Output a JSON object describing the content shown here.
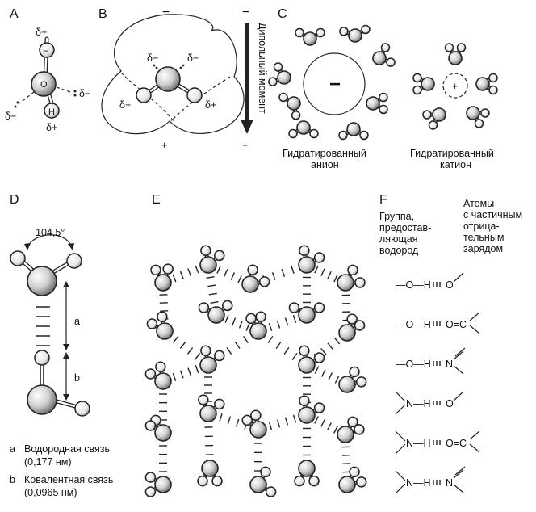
{
  "panels": {
    "A": {
      "label": "A",
      "atoms": {
        "O": "O",
        "H1": "H",
        "H2": "H"
      },
      "delta_plus_top": "δ+",
      "delta_minus_right": "δ−",
      "delta_minus_left": "δ−",
      "delta_plus_bottom": "δ+"
    },
    "B": {
      "label": "B",
      "minus_top": "−",
      "delta_minus_1": "δ−",
      "delta_minus_2": "δ−",
      "delta_plus_left": "δ+",
      "delta_plus_right": "δ+",
      "plus_bottom": "+",
      "arrow_label": "Дипольный момент",
      "arrow_minus": "−",
      "arrow_plus": "+"
    },
    "C": {
      "label": "C",
      "anion_charge": "−",
      "cation_charge": "+",
      "anion_caption": [
        "Гидратированный",
        "анион"
      ],
      "cation_caption": [
        "Гидратированный",
        "катион"
      ]
    },
    "D": {
      "label": "D",
      "angle": "104,5°",
      "mark_a": "a",
      "mark_b": "b",
      "legend": [
        {
          "key": "a",
          "lines": [
            "Водородная связь",
            "(0,177 нм)"
          ]
        },
        {
          "key": "b",
          "lines": [
            "Ковалентная связь",
            "(0,0965 нм)"
          ]
        }
      ]
    },
    "E": {
      "label": "E"
    },
    "F": {
      "label": "F",
      "col1_header": [
        "Группа,",
        "предостав-",
        "ляющая",
        "водород"
      ],
      "col2_header": [
        "Атомы",
        "с частичным",
        "отрица-",
        "тельным",
        "зарядом"
      ],
      "rows": [
        {
          "donor": "—O—H",
          "acceptor": "O"
        },
        {
          "donor": "—O—H",
          "acceptor": "O=C"
        },
        {
          "donor": "—O—H",
          "acceptor": "N"
        },
        {
          "donor": "N—H",
          "acceptor": "O"
        },
        {
          "donor": "N—H",
          "acceptor": "O=C"
        },
        {
          "donor": "N—H",
          "acceptor": "N"
        }
      ]
    }
  }
}
